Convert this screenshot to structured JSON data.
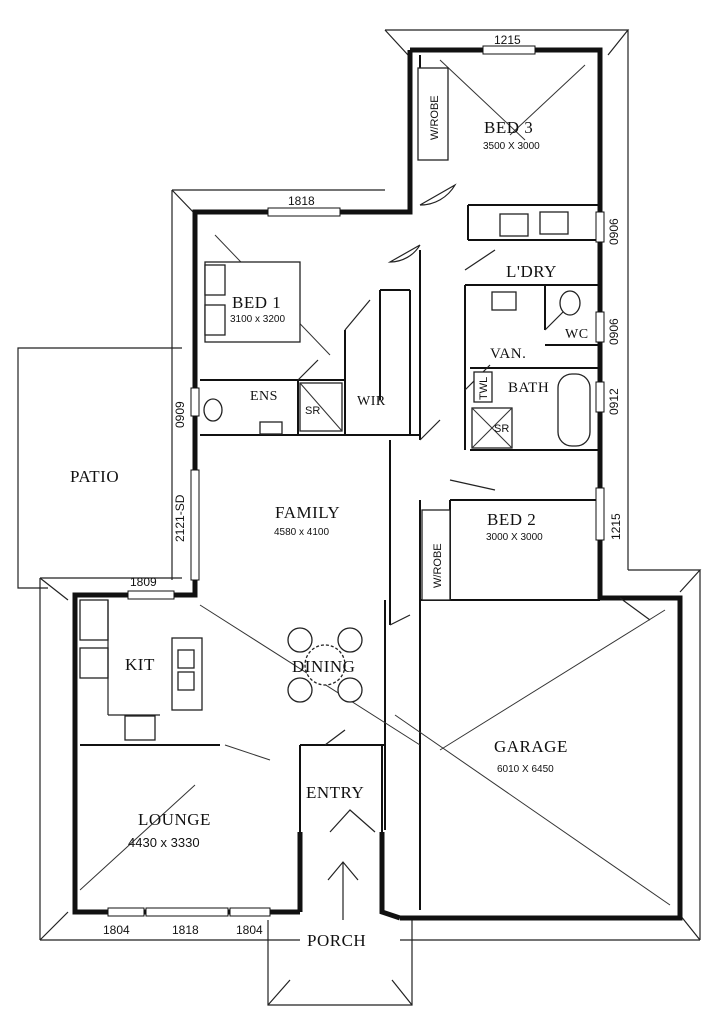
{
  "rooms": {
    "bed3": {
      "name": "BED 3",
      "dims": "3500 X 3000"
    },
    "bed1": {
      "name": "BED 1",
      "dims": "3100 x 3200"
    },
    "ldry": {
      "name": "L'DRY"
    },
    "wc": {
      "name": "WC"
    },
    "van": {
      "name": "VAN."
    },
    "bath": {
      "name": "BATH"
    },
    "ens": {
      "name": "ENS"
    },
    "wir": {
      "name": "WIR"
    },
    "family": {
      "name": "FAMILY",
      "dims": "4580 x 4100"
    },
    "bed2": {
      "name": "BED 2",
      "dims": "3000 X 3000"
    },
    "patio": {
      "name": "PATIO"
    },
    "kit": {
      "name": "KIT"
    },
    "dining": {
      "name": "DINING"
    },
    "garage": {
      "name": "GARAGE",
      "dims": "6010 X 6450"
    },
    "entry": {
      "name": "ENTRY"
    },
    "lounge": {
      "name": "LOUNGE",
      "dims": "4430 x 3330"
    },
    "porch": {
      "name": "PORCH"
    }
  },
  "fixtures": {
    "robe_bed3": "W/ROBE",
    "robe_bed2": "W/ROBE",
    "twl": "TWL",
    "sr_ens": "SR",
    "sr_bath": "SR"
  },
  "windows": {
    "bed3_top": "1215",
    "bed1_top": "1818",
    "ldry_right": "0906",
    "wc_right": "0906",
    "bath_right": "0912",
    "bed2_right": "1215",
    "ens_left": "0909",
    "family_left": "2121-SD",
    "kit_top": "1809",
    "lounge_bottom_left": "1804",
    "lounge_bottom_mid": "1818",
    "lounge_bottom_right": "1804"
  }
}
